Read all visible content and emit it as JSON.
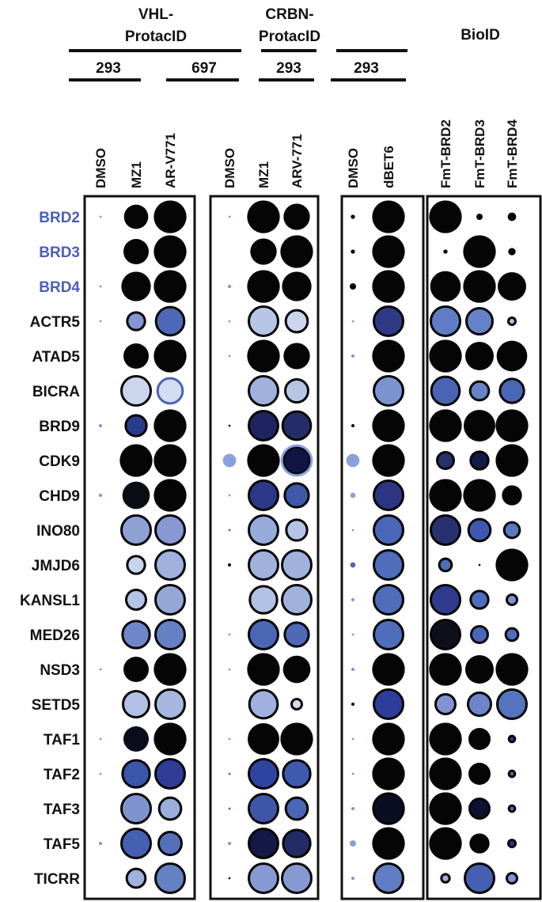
{
  "chart_data": {
    "type": "dotplot",
    "title": "",
    "groups": [
      {
        "label": "VHL-\nProtacID",
        "label_lines": [
          "VHL-",
          "ProtacID"
        ],
        "subgroups": [
          {
            "label": "293",
            "columns": [
              "DMSO",
              "MZ1",
              "AR-V771"
            ]
          },
          {
            "label": "697",
            "columns": [
              "DMSO",
              "MZ1",
              "ARV-771"
            ]
          }
        ]
      },
      {
        "label": "CRBN-\nProtacID",
        "label_lines": [
          "CRBN-",
          "ProtacID"
        ],
        "subgroups": [
          {
            "label": "293",
            "columns": [
              "DMSO",
              "dBET6"
            ]
          }
        ]
      },
      {
        "label": "BioID",
        "label_lines": [
          "BioID"
        ],
        "subgroups": [
          {
            "label": "293",
            "columns": [
              "FmT-BRD2",
              "FmT-BRD3",
              "FmT-BRD4"
            ]
          }
        ]
      }
    ],
    "columns": [
      "VHL 293 DMSO",
      "VHL 293 MZ1",
      "VHL 293 AR-V771",
      "VHL 697 DMSO",
      "VHL 697 MZ1",
      "VHL 697 ARV-771",
      "CRBN 293 DMSO",
      "CRBN 293 dBET6",
      "BioID 293 FmT-BRD2",
      "BioID 293 FmT-BRD3",
      "BioID 293 FmT-BRD4"
    ],
    "rows": [
      "BRD2",
      "BRD3",
      "BRD4",
      "ACTR5",
      "ATAD5",
      "BICRA",
      "BRD9",
      "CDK9",
      "CHD9",
      "INO80",
      "JMJD6",
      "KANSL1",
      "MED26",
      "NSD3",
      "SETD5",
      "TAF1",
      "TAF2",
      "TAF3",
      "TAF5",
      "TICRR"
    ],
    "highlighted_rows": [
      "BRD2",
      "BRD3",
      "BRD4"
    ],
    "highlight_color": "#4a5fb5",
    "encoding": {
      "size": "relative abundance (dot radius, px)",
      "fill": "abundance color scale (light blue -> dark blue -> black)",
      "outline": "thick black = significant; light/blue halo = not significant / control"
    },
    "cells": [
      [
        [
          2,
          "#7f93d6",
          0
        ],
        [
          23,
          "#050505",
          0
        ],
        [
          31,
          "#050505",
          0
        ],
        [
          2,
          "#7f93d6",
          0
        ],
        [
          31,
          "#050505",
          0
        ],
        [
          25,
          "#050505",
          0
        ],
        [
          4,
          "#050505",
          0
        ],
        [
          31,
          "#050505",
          0
        ],
        [
          31,
          "#050505",
          0
        ],
        [
          6,
          "#050505",
          0
        ],
        [
          8,
          "#050505",
          0
        ]
      ],
      [
        [
          0,
          "#ffffff",
          0
        ],
        [
          24,
          "#050505",
          0
        ],
        [
          31,
          "#050505",
          0
        ],
        [
          0,
          "#ffffff",
          0
        ],
        [
          25,
          "#050505",
          0
        ],
        [
          31,
          "#050505",
          0
        ],
        [
          4,
          "#050505",
          0
        ],
        [
          31,
          "#050505",
          0
        ],
        [
          4,
          "#050505",
          0
        ],
        [
          31,
          "#050505",
          0
        ],
        [
          7,
          "#050505",
          0
        ]
      ],
      [
        [
          2,
          "#7f93d6",
          0
        ],
        [
          28,
          "#050505",
          0
        ],
        [
          31,
          "#050505",
          0
        ],
        [
          3,
          "#7f93d6",
          0
        ],
        [
          31,
          "#050505",
          0
        ],
        [
          28,
          "#050505",
          0
        ],
        [
          6,
          "#050505",
          0
        ],
        [
          31,
          "#050505",
          0
        ],
        [
          29,
          "#050505",
          0
        ],
        [
          31,
          "#050505",
          0
        ],
        [
          27,
          "#050505",
          0
        ]
      ],
      [
        [
          2,
          "#7f93d6",
          0
        ],
        [
          19,
          "#8395d2",
          1
        ],
        [
          29,
          "#4d68b6",
          1
        ],
        [
          2,
          "#7f93d6",
          0
        ],
        [
          30,
          "#b7c6e7",
          1
        ],
        [
          23,
          "#cbd6ee",
          1
        ],
        [
          2,
          "#7f93d6",
          0
        ],
        [
          30,
          "#2e3a86",
          1
        ],
        [
          30,
          "#5f7cc4",
          1
        ],
        [
          27,
          "#6582c6",
          1
        ],
        [
          9,
          "#b0c0e6",
          1
        ]
      ],
      [
        [
          0,
          "#ffffff",
          0
        ],
        [
          24,
          "#050505",
          0
        ],
        [
          31,
          "#050505",
          0
        ],
        [
          2,
          "#7f93d6",
          0
        ],
        [
          31,
          "#050505",
          0
        ],
        [
          25,
          "#050505",
          0
        ],
        [
          3,
          "#7f93d6",
          0
        ],
        [
          31,
          "#050505",
          0
        ],
        [
          31,
          "#050505",
          0
        ],
        [
          27,
          "#050505",
          0
        ],
        [
          29,
          "#050505",
          0
        ]
      ],
      [
        [
          0,
          "#ffffff",
          0
        ],
        [
          30,
          "#cbd6ee",
          1
        ],
        [
          26,
          "#d3ddf1",
          2
        ],
        [
          0,
          "#ffffff",
          0
        ],
        [
          30,
          "#9fb1dc",
          1
        ],
        [
          24,
          "#b5c5e6",
          1
        ],
        [
          0,
          "#ffffff",
          0
        ],
        [
          30,
          "#7b93cf",
          1
        ],
        [
          29,
          "#4a64b4",
          1
        ],
        [
          20,
          "#6783c5",
          1
        ],
        [
          25,
          "#4a67b5",
          1
        ]
      ],
      [
        [
          3,
          "#7f93d6",
          0
        ],
        [
          22,
          "#2a3a8c",
          1
        ],
        [
          31,
          "#050505",
          0
        ],
        [
          2,
          "#050505",
          0
        ],
        [
          30,
          "#1d2460",
          1
        ],
        [
          29,
          "#252d68",
          1
        ],
        [
          3,
          "#050505",
          0
        ],
        [
          31,
          "#050505",
          0
        ],
        [
          31,
          "#050505",
          0
        ],
        [
          30,
          "#050505",
          0
        ],
        [
          31,
          "#050505",
          0
        ]
      ],
      [
        [
          0,
          "#ffffff",
          0
        ],
        [
          31,
          "#050505",
          0
        ],
        [
          31,
          "#050505",
          0
        ],
        [
          8,
          "#8aa0db",
          3
        ],
        [
          31,
          "#050505",
          0
        ],
        [
          26,
          "#111546",
          3
        ],
        [
          8,
          "#8aa0db",
          3
        ],
        [
          31,
          "#050505",
          0
        ],
        [
          18,
          "#27306e",
          1
        ],
        [
          19,
          "#111a48",
          1
        ],
        [
          31,
          "#050505",
          0
        ]
      ],
      [
        [
          3,
          "#7f93d6",
          0
        ],
        [
          26,
          "#0b0c14",
          0
        ],
        [
          31,
          "#050505",
          0
        ],
        [
          2,
          "#7f93d6",
          0
        ],
        [
          30,
          "#2b3787",
          1
        ],
        [
          25,
          "#3f58aa",
          1
        ],
        [
          5,
          "#8aa0db",
          0
        ],
        [
          30,
          "#2b3584",
          1
        ],
        [
          31,
          "#050505",
          0
        ],
        [
          31,
          "#050505",
          0
        ],
        [
          19,
          "#050505",
          0
        ]
      ],
      [
        [
          0,
          "#ffffff",
          0
        ],
        [
          30,
          "#8da1d4",
          1
        ],
        [
          30,
          "#8798d2",
          1
        ],
        [
          2,
          "#3d5ab1",
          0
        ],
        [
          30,
          "#96abda",
          1
        ],
        [
          22,
          "#b4c4e7",
          1
        ],
        [
          2,
          "#7f93d6",
          0
        ],
        [
          30,
          "#4a66b8",
          1
        ],
        [
          30,
          "#28306f",
          1
        ],
        [
          23,
          "#3e58ae",
          1
        ],
        [
          17,
          "#5a78c2",
          1
        ]
      ],
      [
        [
          0,
          "#ffffff",
          0
        ],
        [
          19,
          "#c8d3ee",
          1
        ],
        [
          30,
          "#9fb1dc",
          1
        ],
        [
          3,
          "#050505",
          0
        ],
        [
          30,
          "#a0b2dc",
          1
        ],
        [
          30,
          "#a0b2dc",
          1
        ],
        [
          5,
          "#8aa0db",
          2
        ],
        [
          30,
          "#4f6dbb",
          1
        ],
        [
          14,
          "#4f6dbb",
          1
        ],
        [
          2,
          "#050505",
          0
        ],
        [
          31,
          "#050505",
          0
        ]
      ],
      [
        [
          0,
          "#ffffff",
          0
        ],
        [
          21,
          "#b4c4e7",
          1
        ],
        [
          30,
          "#94a8d8",
          1
        ],
        [
          0,
          "#ffffff",
          0
        ],
        [
          28,
          "#b2c2e4",
          1
        ],
        [
          30,
          "#a0b2dc",
          1
        ],
        [
          3,
          "#7f93d6",
          0
        ],
        [
          30,
          "#4f6dbb",
          1
        ],
        [
          30,
          "#2f3b8c",
          1
        ],
        [
          19,
          "#4f6dbb",
          1
        ],
        [
          12,
          "#7f93d6",
          1
        ]
      ],
      [
        [
          0,
          "#ffffff",
          0
        ],
        [
          28,
          "#6f86c9",
          1
        ],
        [
          30,
          "#6680c4",
          1
        ],
        [
          2,
          "#7f93d6",
          0
        ],
        [
          30,
          "#4b66b5",
          1
        ],
        [
          25,
          "#5069b6",
          1
        ],
        [
          2,
          "#7f93d6",
          0
        ],
        [
          30,
          "#4f6dbb",
          1
        ],
        [
          30,
          "#0d0f1a",
          1
        ],
        [
          18,
          "#4a66b8",
          1
        ],
        [
          14,
          "#4f6dbb",
          1
        ]
      ],
      [
        [
          2,
          "#7f93d6",
          0
        ],
        [
          24,
          "#050505",
          0
        ],
        [
          31,
          "#050505",
          0
        ],
        [
          2,
          "#7f93d6",
          0
        ],
        [
          31,
          "#050505",
          0
        ],
        [
          26,
          "#050505",
          0
        ],
        [
          3,
          "#7f93d6",
          0
        ],
        [
          31,
          "#050505",
          0
        ],
        [
          31,
          "#050505",
          0
        ],
        [
          27,
          "#050505",
          0
        ],
        [
          31,
          "#050505",
          0
        ]
      ],
      [
        [
          0,
          "#ffffff",
          0
        ],
        [
          27,
          "#b0c0e6",
          1
        ],
        [
          30,
          "#a7b7e0",
          1
        ],
        [
          0,
          "#ffffff",
          0
        ],
        [
          29,
          "#9fb1dc",
          1
        ],
        [
          12,
          "#d3ddf1",
          1
        ],
        [
          3,
          "#050505",
          0
        ],
        [
          30,
          "#2e3d99",
          1
        ],
        [
          21,
          "#8193d2",
          1
        ],
        [
          24,
          "#6d86c9",
          1
        ],
        [
          30,
          "#5573bf",
          1
        ]
      ],
      [
        [
          2,
          "#7f93d6",
          0
        ],
        [
          24,
          "#0b0e1a",
          0
        ],
        [
          31,
          "#050505",
          0
        ],
        [
          2,
          "#7f93d6",
          0
        ],
        [
          30,
          "#050505",
          0
        ],
        [
          31,
          "#050505",
          0
        ],
        [
          2,
          "#7f93d6",
          0
        ],
        [
          31,
          "#050505",
          0
        ],
        [
          31,
          "#050505",
          0
        ],
        [
          21,
          "#050505",
          0
        ],
        [
          8,
          "#2b3584",
          1
        ]
      ],
      [
        [
          2,
          "#7f93d6",
          0
        ],
        [
          28,
          "#3b55ab",
          1
        ],
        [
          30,
          "#2f3d98",
          1
        ],
        [
          2,
          "#3d5ab1",
          0
        ],
        [
          30,
          "#2e44a0",
          1
        ],
        [
          28,
          "#3f5aae",
          1
        ],
        [
          2,
          "#7f93d6",
          0
        ],
        [
          31,
          "#050505",
          0
        ],
        [
          31,
          "#050505",
          0
        ],
        [
          21,
          "#050505",
          0
        ],
        [
          8,
          "#4a66b8",
          1
        ]
      ],
      [
        [
          0,
          "#ffffff",
          0
        ],
        [
          30,
          "#7f93cf",
          1
        ],
        [
          23,
          "#9aaddb",
          1
        ],
        [
          2,
          "#3d5ab1",
          0
        ],
        [
          30,
          "#3e56a8",
          1
        ],
        [
          23,
          "#4b66b5",
          1
        ],
        [
          3,
          "#7f93d6",
          0
        ],
        [
          31,
          "#0b0e22",
          1
        ],
        [
          31,
          "#050505",
          0
        ],
        [
          21,
          "#0d1230",
          1
        ],
        [
          8,
          "#4f6dbb",
          1
        ]
      ],
      [
        [
          3,
          "#7f93d6",
          0
        ],
        [
          30,
          "#4560b3",
          1
        ],
        [
          24,
          "#5570bb",
          1
        ],
        [
          3,
          "#7f93d6",
          0
        ],
        [
          30,
          "#151947",
          1
        ],
        [
          28,
          "#232b64",
          1
        ],
        [
          6,
          "#8aa0db",
          0
        ],
        [
          31,
          "#050505",
          0
        ],
        [
          31,
          "#050505",
          0
        ],
        [
          19,
          "#050505",
          0
        ],
        [
          9,
          "#2b3584",
          1
        ]
      ],
      [
        [
          0,
          "#ffffff",
          0
        ],
        [
          20,
          "#9fb1dc",
          1
        ],
        [
          30,
          "#6680c4",
          1
        ],
        [
          2,
          "#050505",
          0
        ],
        [
          30,
          "#8799d3",
          1
        ],
        [
          30,
          "#8799d3",
          1
        ],
        [
          3,
          "#7f93d6",
          0
        ],
        [
          30,
          "#5f7cc4",
          1
        ],
        [
          10,
          "#9fb1dc",
          1
        ],
        [
          30,
          "#4560b3",
          1
        ],
        [
          12,
          "#7f93d6",
          1
        ]
      ]
    ]
  }
}
